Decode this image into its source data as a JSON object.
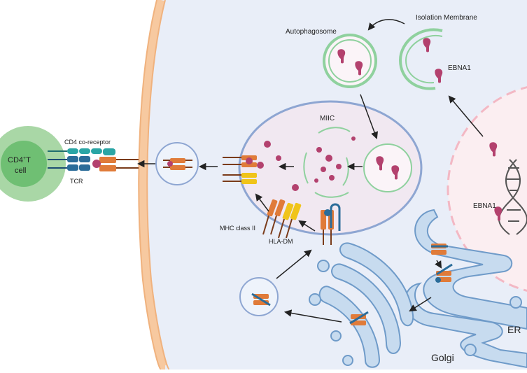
{
  "labels": {
    "isolation_membrane": "Isolation Membrane",
    "autophagosome": "Autophagosome",
    "ebna1_top": "EBNA1",
    "ebna1_nucleus": "EBNA1",
    "miic": "MIIC",
    "cd4_coreceptor": "CD4 co-receptor",
    "cd4_cell_line1": "CD4",
    "cd4_cell_sup": "+",
    "cd4_cell_line1_end": "T",
    "cd4_cell_line2": "cell",
    "tcr": "TCR",
    "mhc_class_ii": "MHC class II",
    "hla_dm": "HLA-DM",
    "golgi": "Golgi",
    "er": "ER"
  },
  "colors": {
    "cytoplasm": "#e9eef8",
    "membrane": "#f7c9a0",
    "nucleus": "#fbeef1",
    "miic_fill": "#f1e8f1",
    "miic_edge": "#8ea6d2",
    "autophagosome": "#8fd19e",
    "antigen": "#b3416e",
    "mhc": "#e07b39",
    "hla_dm": "#f0c419",
    "tcr": "#2b6c99",
    "cd4": "#2aa5a5",
    "tcell_outer": "#a9d7a6",
    "tcell_inner": "#6fbf73",
    "organelle": "#a9c7e6",
    "organelle_edge": "#6f9bc9"
  }
}
